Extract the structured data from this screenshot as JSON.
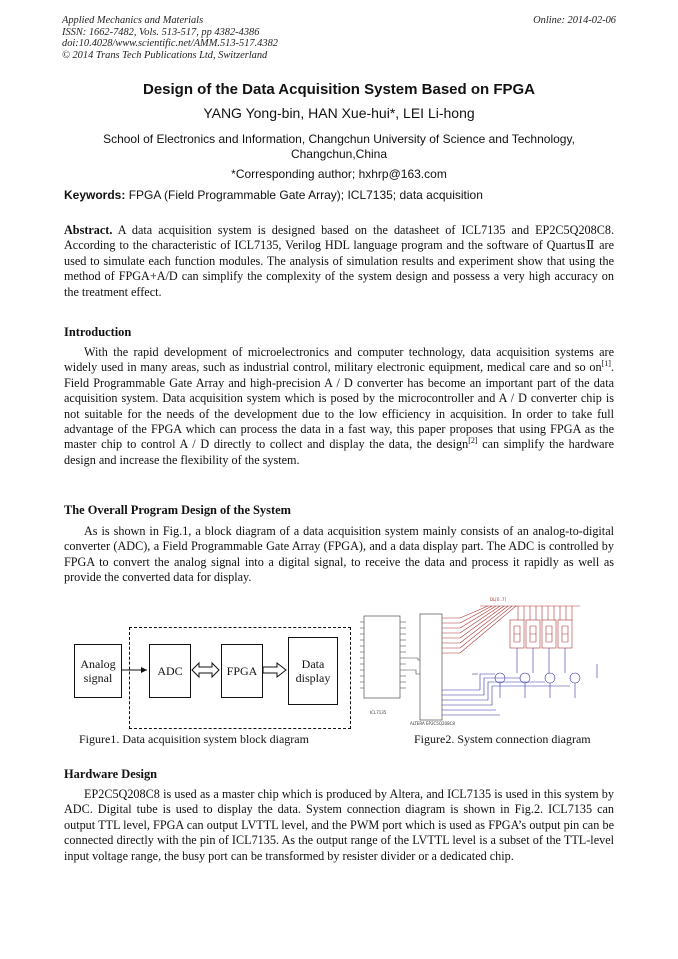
{
  "header": {
    "journal": "Applied Mechanics and Materials",
    "issn": "ISSN: 1662-7482, Vols. 513-517, pp 4382-4386",
    "doi": "doi:10.4028/www.scientific.net/AMM.513-517.4382",
    "copyright": "© 2014 Trans Tech Publications Ltd, Switzerland",
    "online": "Online: 2014-02-06"
  },
  "paper": {
    "title": "Design of the Data Acquisition System Based on FPGA",
    "authors": "YANG Yong-bin, HAN Xue-hui*, LEI Li-hong",
    "affiliation": "School of Electronics and Information, Changchun University of Science and Technology, Changchun,China",
    "corresponding": "*Corresponding author; hxhrp@163.com",
    "keywords_label": "Keywords:",
    "keywords": "FPGA (Field Programmable Gate Array); ICL7135; data acquisition"
  },
  "abstract": {
    "label": "Abstract.",
    "text": "A data acquisition system is designed based on the datasheet of ICL7135 and EP2C5Q208C8. According to the characteristic of ICL7135, Verilog HDL language program and the software of QuartusⅡ are used to simulate each function modules. The analysis of simulation results and experiment show that using the method of FPGA+A/D can simplify the complexity of the system design and possess a very high accuracy on the treatment effect."
  },
  "intro": {
    "heading": "Introduction",
    "p1": "With the rapid development of microelectronics and computer technology, data acquisition systems are widely used in many areas, such as industrial control, military electronic equipment, medical care and so on",
    "ref1": "[1]",
    "p2": ". Field Programmable Gate Array and high-precision A / D converter has become an important part of the data acquisition system. Data acquisition system which is posed by the microcontroller and A / D converter chip is not suitable for the needs of the development due to the low efficiency in acquisition. In order to take full advantage of the FPGA which can process the data in a fast way, this paper proposes that using FPGA as the master chip to control A / D directly to collect and display the data, the design",
    "ref2": "[2]",
    "p3": "  can simplify the hardware design and increase the flexibility of the system."
  },
  "overall": {
    "heading": "The Overall Program Design of the System",
    "text": "As is shown in Fig.1, a block diagram of a data acquisition system mainly consists of an analog-to-digital converter (ADC), a Field Programmable Gate Array (FPGA), and a data display part. The ADC is controlled by FPGA to convert the analog signal into a digital signal, to receive the data and process it rapidly as well as provide the converted data for display."
  },
  "figure1": {
    "analog": "Analog signal",
    "adc": "ADC",
    "fpga": "FPGA",
    "display": "Data display",
    "caption": "Figure1. Data acquisition system block diagram"
  },
  "figure2": {
    "caption": "Figure2. System connection diagram",
    "chip_label": "ALTERA EP2C5Q208C8",
    "adc_label": "ICL7135",
    "bus_label": "DL[0..7]"
  },
  "hardware": {
    "heading": "Hardware Design",
    "text": "EP2C5Q208C8 is used as a master chip which is produced by Altera, and ICL7135 is used in this system by ADC. Digital tube is used to display the data. System connection diagram is shown in Fig.2. ICL7135 can output TTL level, FPGA can output LVTTL level, and the PWM port which is used as FPGA’s output pin can be connected directly with the pin of ICL7135. As the output range of the LVTTL level is a subset of the TTL-level input voltage range, the busy port can be transformed by resister divider or a dedicated chip."
  }
}
